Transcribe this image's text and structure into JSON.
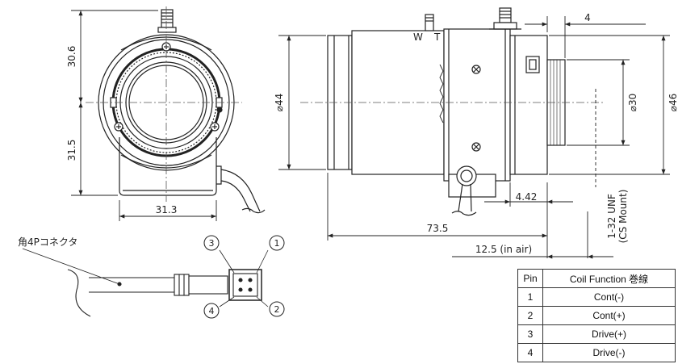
{
  "dimensions": {
    "height_top": "30.6",
    "height_bottom": "31.5",
    "width_front": "31.3",
    "diameter_44": "⌀44",
    "length_total": "73.5",
    "flange_offset": "4.42",
    "back_focus": "12.5 (in air)",
    "flange_width": "4",
    "diameter_30": "⌀30",
    "diameter_46": "⌀46",
    "thread_spec": "1-32 UNF",
    "mount_type": "(CS Mount)"
  },
  "connector_label": "角4Pコネクタ",
  "pin_numbers": [
    "1",
    "2",
    "3",
    "4"
  ],
  "lens_marks": [
    "W",
    "T"
  ],
  "coil_table": {
    "headers": [
      "Pin",
      "Coil Function 巻線"
    ],
    "rows": [
      {
        "pin": "1",
        "function": "Cont(-)"
      },
      {
        "pin": "2",
        "function": "Cont(+)"
      },
      {
        "pin": "3",
        "function": "Drive(+)"
      },
      {
        "pin": "4",
        "function": "Drive(-)"
      }
    ]
  }
}
